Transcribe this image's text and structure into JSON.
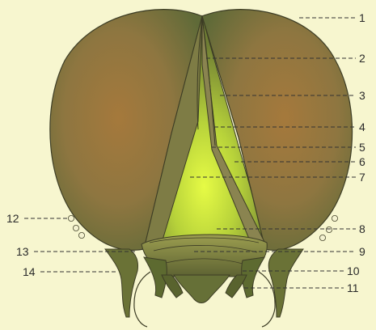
{
  "diagram": {
    "background_color": "#f7f6cf",
    "eye_color": "#7d7a44",
    "face_glow_color": "#d2f03c",
    "labels": [
      "1",
      "2",
      "3",
      "4",
      "5",
      "6",
      "7",
      "8",
      "9",
      "10",
      "11",
      "12",
      "13",
      "14"
    ]
  }
}
